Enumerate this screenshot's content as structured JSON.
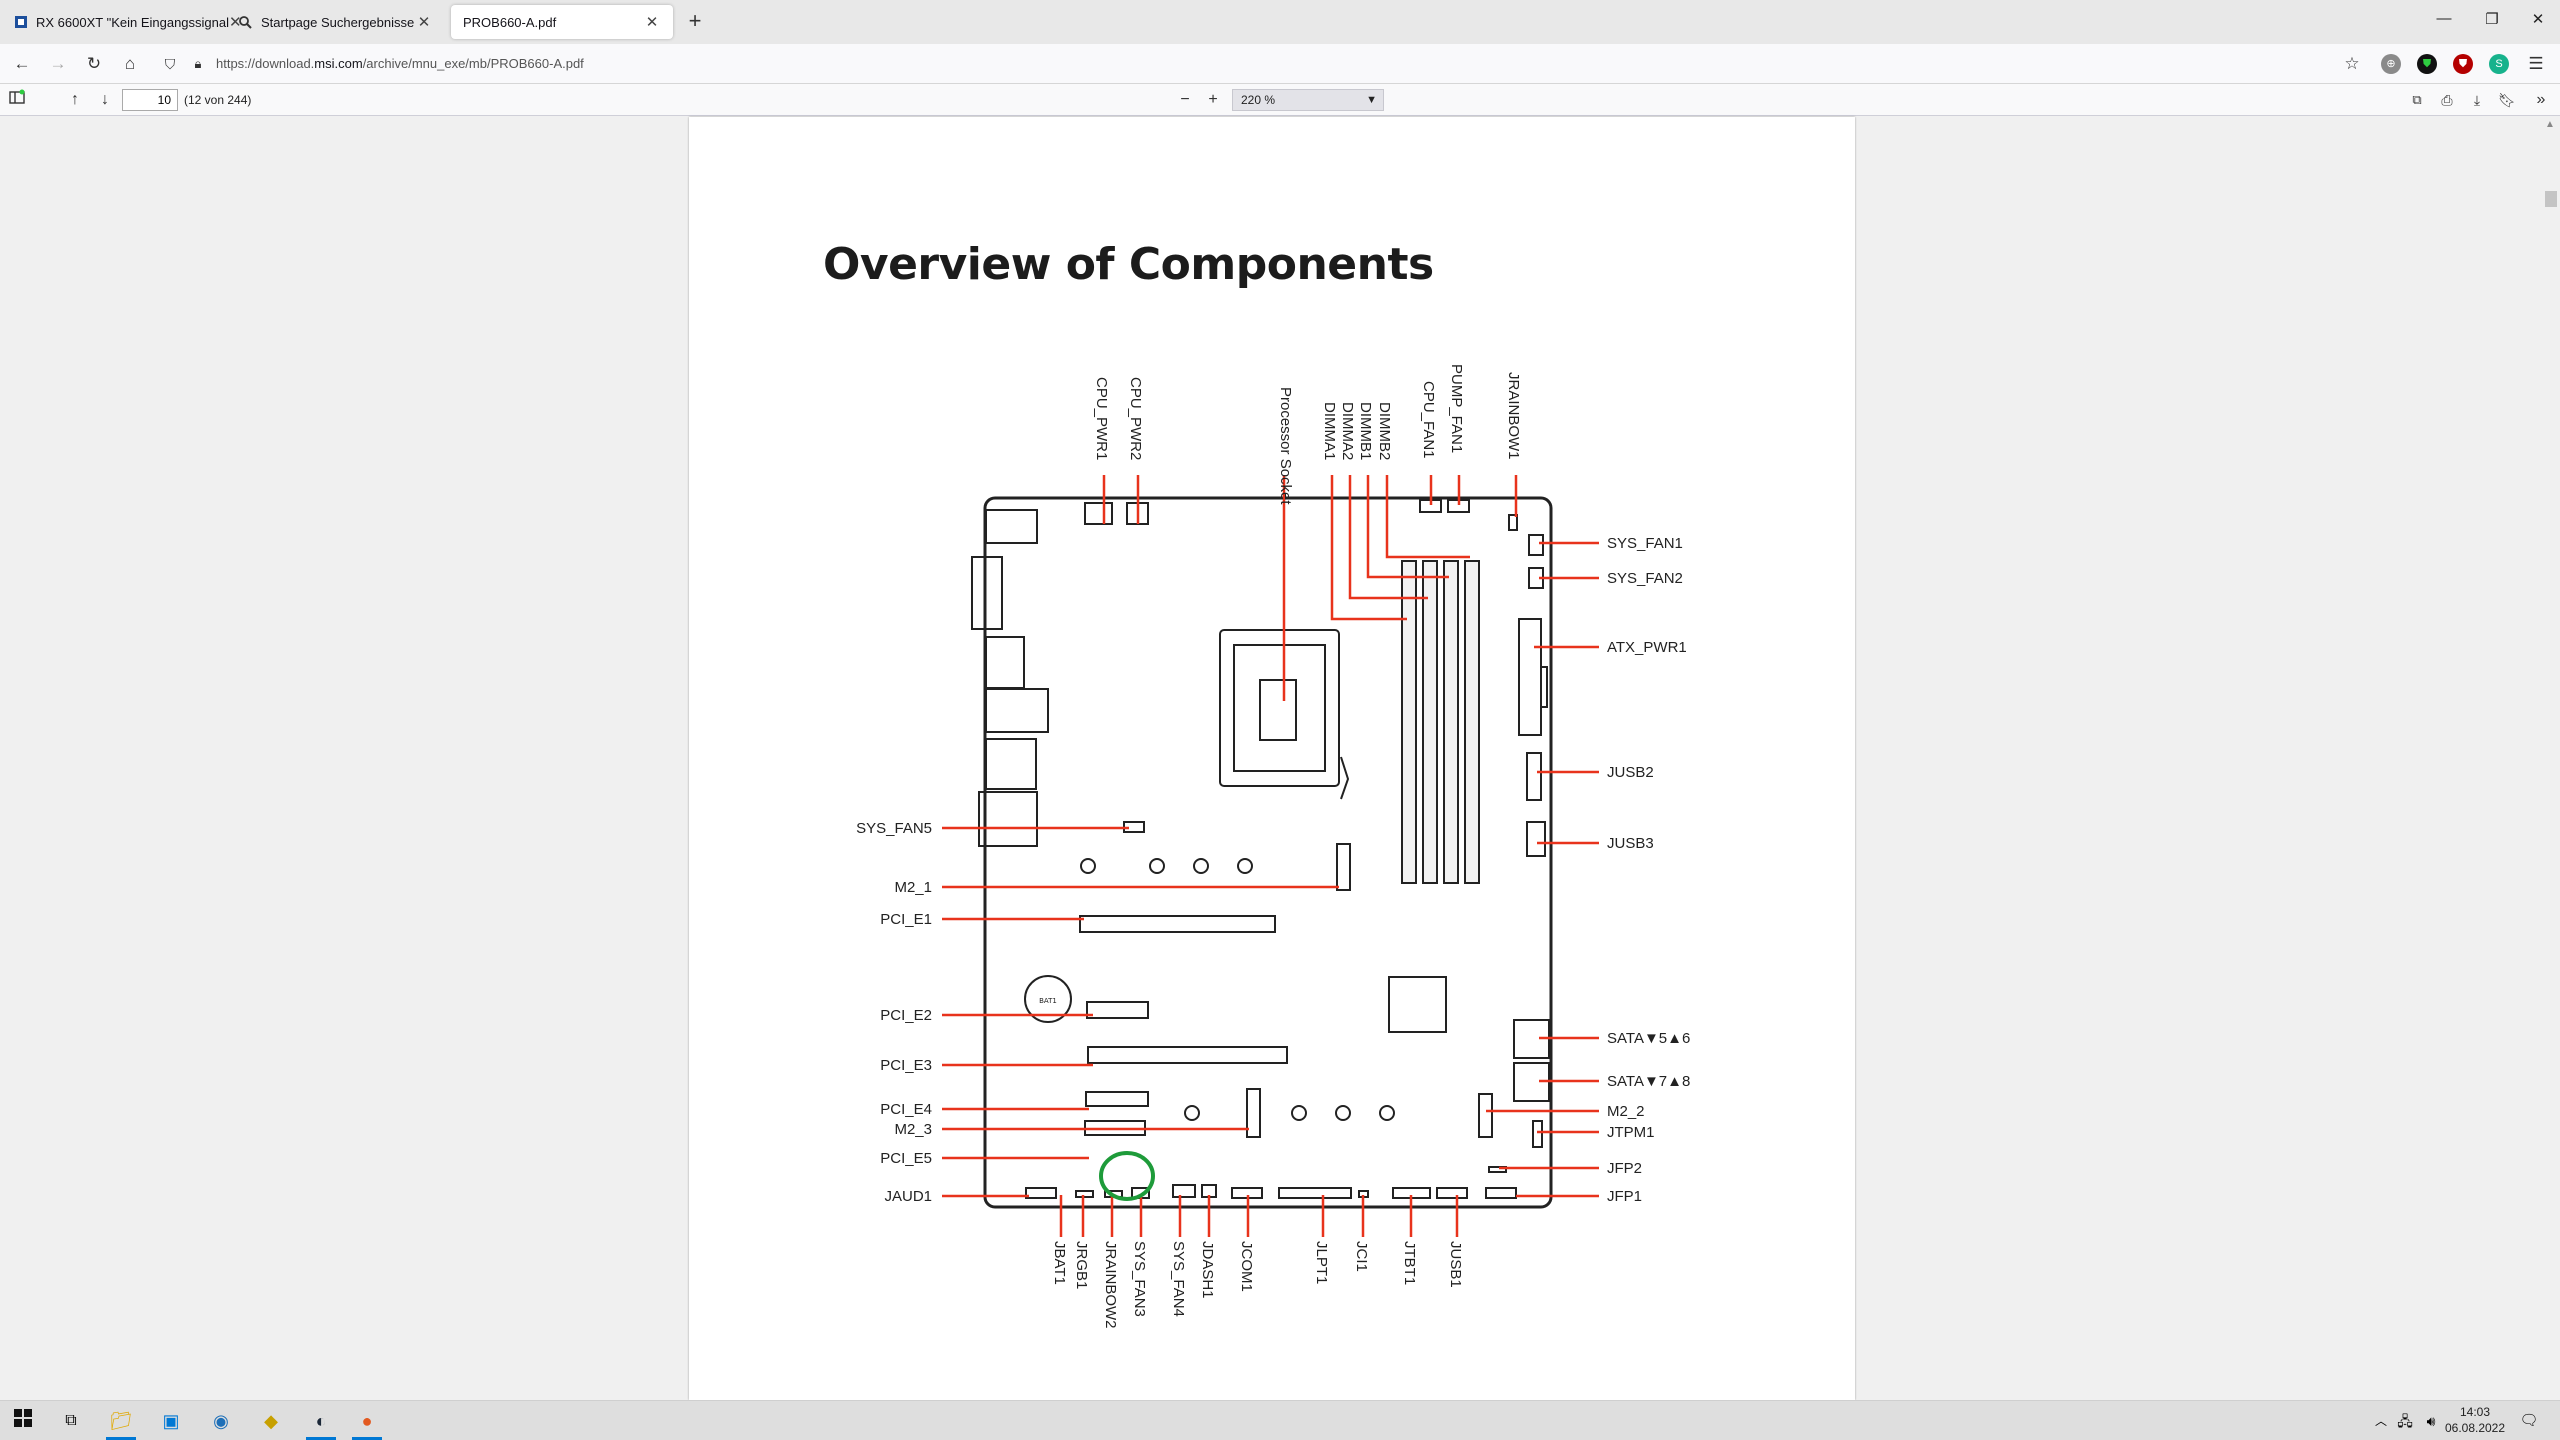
{
  "browser": {
    "tabs": [
      {
        "label": "RX 6600XT \"Kein Eingangssignal",
        "icon": "site-favicon",
        "active": false
      },
      {
        "label": "Startpage Suchergebnisse",
        "icon": "search-icon",
        "active": false
      },
      {
        "label": "PROB660-A.pdf",
        "icon": "",
        "active": true
      }
    ],
    "new_tab": "+",
    "url_prefix": "https://download.",
    "url_host": "msi.com",
    "url_path": "/archive/mnu_exe/mb/PROB660-A.pdf"
  },
  "pdf_toolbar": {
    "page_number": "10",
    "page_count": "(12 von 244)",
    "zoom": "220 %"
  },
  "document": {
    "title": "Overview of Components",
    "battery_label": "BAT1",
    "labels_top": [
      "CPU_PWR1",
      "CPU_PWR2",
      "Processor Socket",
      "DIMMA1",
      "DIMMA2",
      "DIMMB1",
      "DIMMB2",
      "CPU_FAN1",
      "PUMP_FAN1",
      "JRAINBOW1"
    ],
    "labels_right": [
      "SYS_FAN1",
      "SYS_FAN2",
      "ATX_PWR1",
      "JUSB2",
      "JUSB3",
      "SATA▼5▲6",
      "SATA▼7▲8",
      "M2_2",
      "JTPM1",
      "JFP2",
      "JFP1"
    ],
    "labels_left": [
      "SYS_FAN5",
      "M2_1",
      "PCI_E1",
      "PCI_E2",
      "PCI_E3",
      "PCI_E4",
      "M2_3",
      "PCI_E5",
      "JAUD1"
    ],
    "labels_bottom": [
      "JBAT1",
      "JRGB1",
      "JRAINBOW2",
      "SYS_FAN3",
      "SYS_FAN4",
      "JDASH1",
      "JCOM1",
      "JLPT1",
      "JCI1",
      "JTBT1",
      "JUSB1"
    ]
  },
  "taskbar": {
    "clock_time": "14:03",
    "clock_date": "06.08.2022"
  },
  "colors": {
    "callout": "#e8331c",
    "highlight_circle": "#1e9b3a",
    "accent": "#0078d4"
  }
}
